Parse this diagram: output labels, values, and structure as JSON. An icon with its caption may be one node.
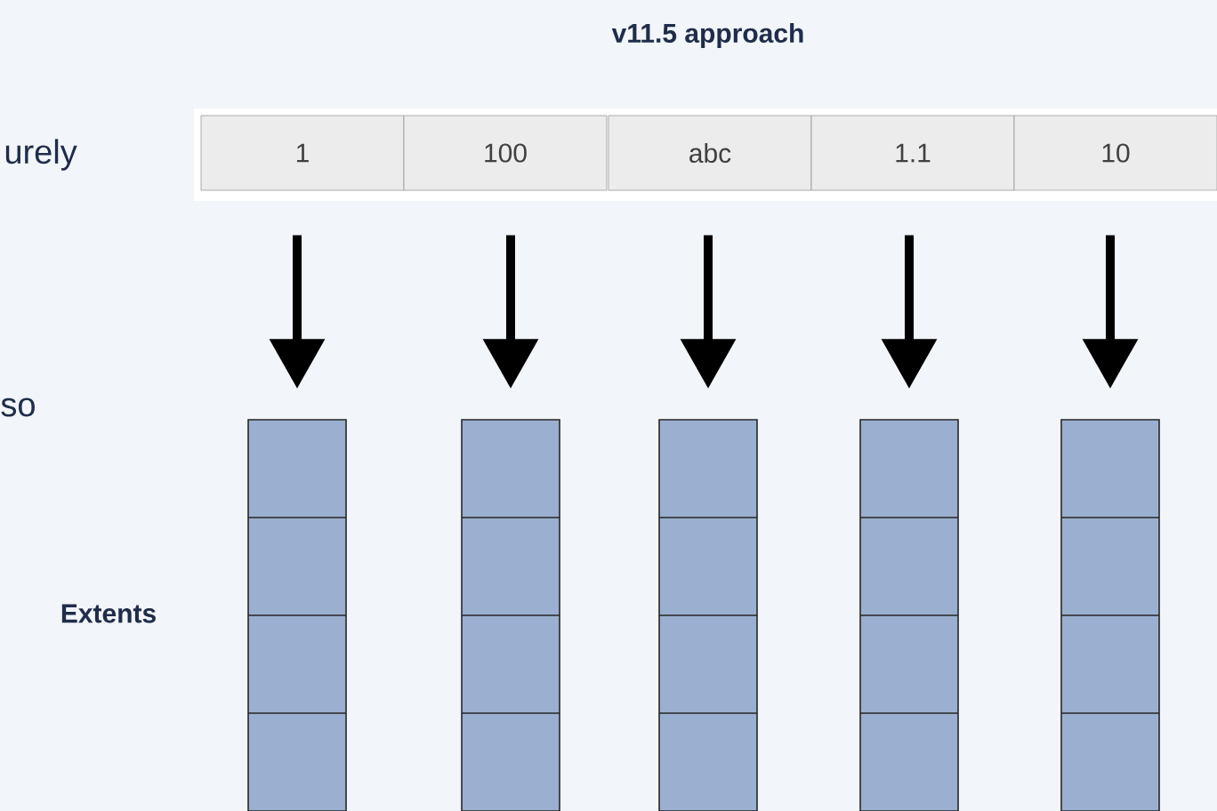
{
  "diagram": {
    "title": "v11.5 approach",
    "nodes": [
      {
        "text": [
          "1"
        ]
      },
      {
        "text": [
          "100"
        ]
      },
      {
        "text": [
          "abc"
        ]
      },
      {
        "text": [
          "1.1"
        ]
      },
      {
        "text": [
          "10"
        ]
      },
      {
        "text": [],
        "shape": "bar"
      },
      {
        "text": [],
        "shape": "bar"
      },
      {
        "text": [],
        "shape": "bar"
      },
      {
        "text": [],
        "shape": "bar"
      },
      {
        "text": [],
        "shape": "bar"
      }
    ],
    "edges": [
      {
        "from": 0,
        "to": 5,
        "arrow": "to"
      },
      {
        "from": 1,
        "to": 6,
        "arrow": "to"
      },
      {
        "from": 2,
        "to": 7,
        "arrow": "to"
      },
      {
        "from": 3,
        "to": 8,
        "arrow": "to"
      },
      {
        "from": 4,
        "to": 9,
        "arrow": "to"
      }
    ],
    "labels": [
      "urely",
      "so",
      "Extents"
    ]
  }
}
